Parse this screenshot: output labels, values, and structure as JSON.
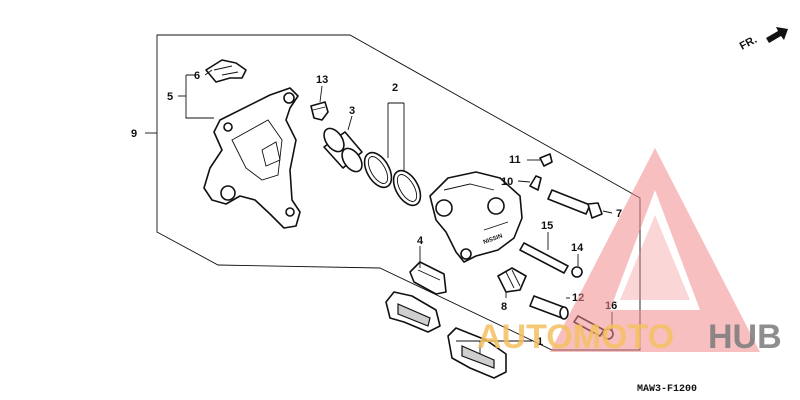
{
  "diagram": {
    "direction_label": "FR.",
    "code": "MAW3-F1200",
    "callouts": [
      {
        "id": "c1",
        "text": "1"
      },
      {
        "id": "c2",
        "text": "2"
      },
      {
        "id": "c3",
        "text": "3"
      },
      {
        "id": "c4",
        "text": "4"
      },
      {
        "id": "c5",
        "text": "5"
      },
      {
        "id": "c6",
        "text": "6"
      },
      {
        "id": "c7",
        "text": "7"
      },
      {
        "id": "c8",
        "text": "8"
      },
      {
        "id": "c9",
        "text": "9"
      },
      {
        "id": "c10",
        "text": "10"
      },
      {
        "id": "c11",
        "text": "11"
      },
      {
        "id": "c12",
        "text": "12"
      },
      {
        "id": "c13",
        "text": "13"
      },
      {
        "id": "c14",
        "text": "14"
      },
      {
        "id": "c15",
        "text": "15"
      },
      {
        "id": "c16",
        "text": "16"
      }
    ],
    "caliper_marking": "NISSIN"
  },
  "watermark": {
    "part1": "AUTOMOTO",
    "part2": "HUB",
    "color_primary": "#f08a8a",
    "color_secondary": "#f5c060",
    "color_hub": "#7a7a7a"
  }
}
